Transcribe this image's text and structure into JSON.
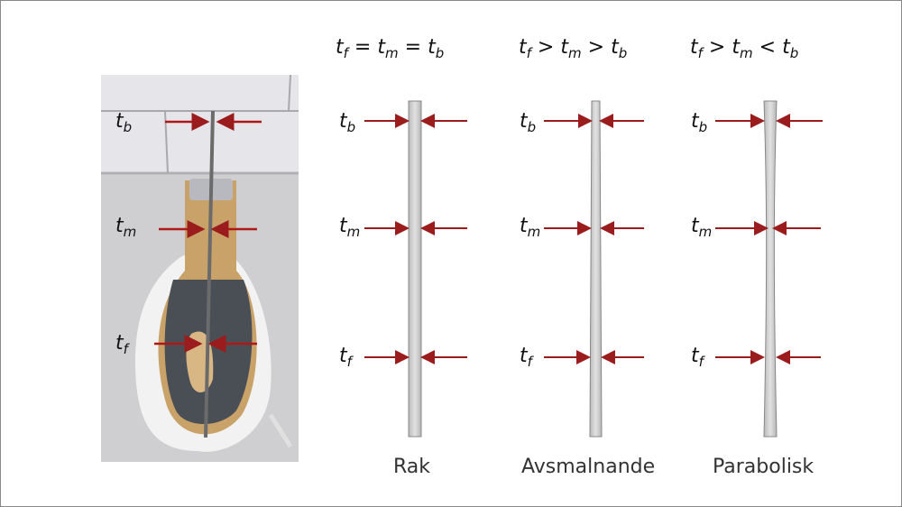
{
  "colors": {
    "arrow": "#9b1c1c",
    "bar": "#c8c8c8",
    "bar_border": "#888888"
  },
  "photo": {
    "labels": {
      "b": "t",
      "b_sub": "b",
      "m": "t",
      "m_sub": "m",
      "f": "t",
      "f_sub": "f"
    }
  },
  "columns": [
    {
      "condition": "tf = tm = tb",
      "op1": "=",
      "op2": "=",
      "caption": "Rak",
      "shape": "straight"
    },
    {
      "condition": "tf > tm > tb",
      "op1": ">",
      "op2": ">",
      "caption": "Avsmalnande",
      "shape": "tapered"
    },
    {
      "condition": "tf > tm < tb",
      "op1": ">",
      "op2": "<",
      "caption": "Parabolisk",
      "shape": "parabolic"
    }
  ],
  "level_labels": {
    "t": "t",
    "b": "b",
    "m": "m",
    "f": "f"
  }
}
